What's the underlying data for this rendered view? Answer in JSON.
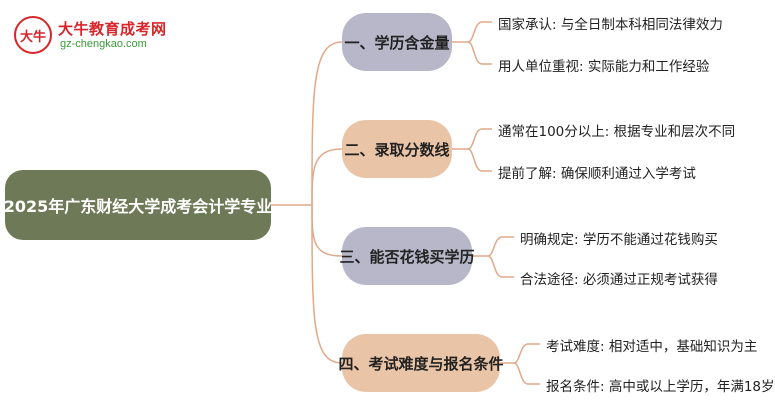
{
  "logo": {
    "badge_text": "大牛",
    "title": "大牛教育成考网",
    "url": "gz-chengkao.com"
  },
  "colors": {
    "root": "#6e7a57",
    "branch_lavender": "#b8b7c9",
    "branch_peach": "#eac4a7",
    "connector": "#e0a98a",
    "logo_red": "#d7262b",
    "logo_green": "#3a9a3a"
  },
  "mindmap": {
    "root": "2025年广东财经大学成考会计学专业",
    "branches": [
      {
        "label": "一、学历含金量",
        "leaves": [
          "国家承认: 与全日制本科相同法律效力",
          "用人单位重视: 实际能力和工作经验"
        ]
      },
      {
        "label": "二、录取分数线",
        "leaves": [
          "通常在100分以上: 根据专业和层次不同",
          "提前了解: 确保顺利通过入学考试"
        ]
      },
      {
        "label": "三、能否花钱买学历",
        "leaves": [
          "明确规定: 学历不能通过花钱购买",
          "合法途径: 必须通过正规考试获得"
        ]
      },
      {
        "label": "四、考试难度与报名条件",
        "leaves": [
          "考试难度: 相对适中，基础知识为主",
          "报名条件: 高中或以上学历，年满18岁"
        ]
      }
    ]
  }
}
